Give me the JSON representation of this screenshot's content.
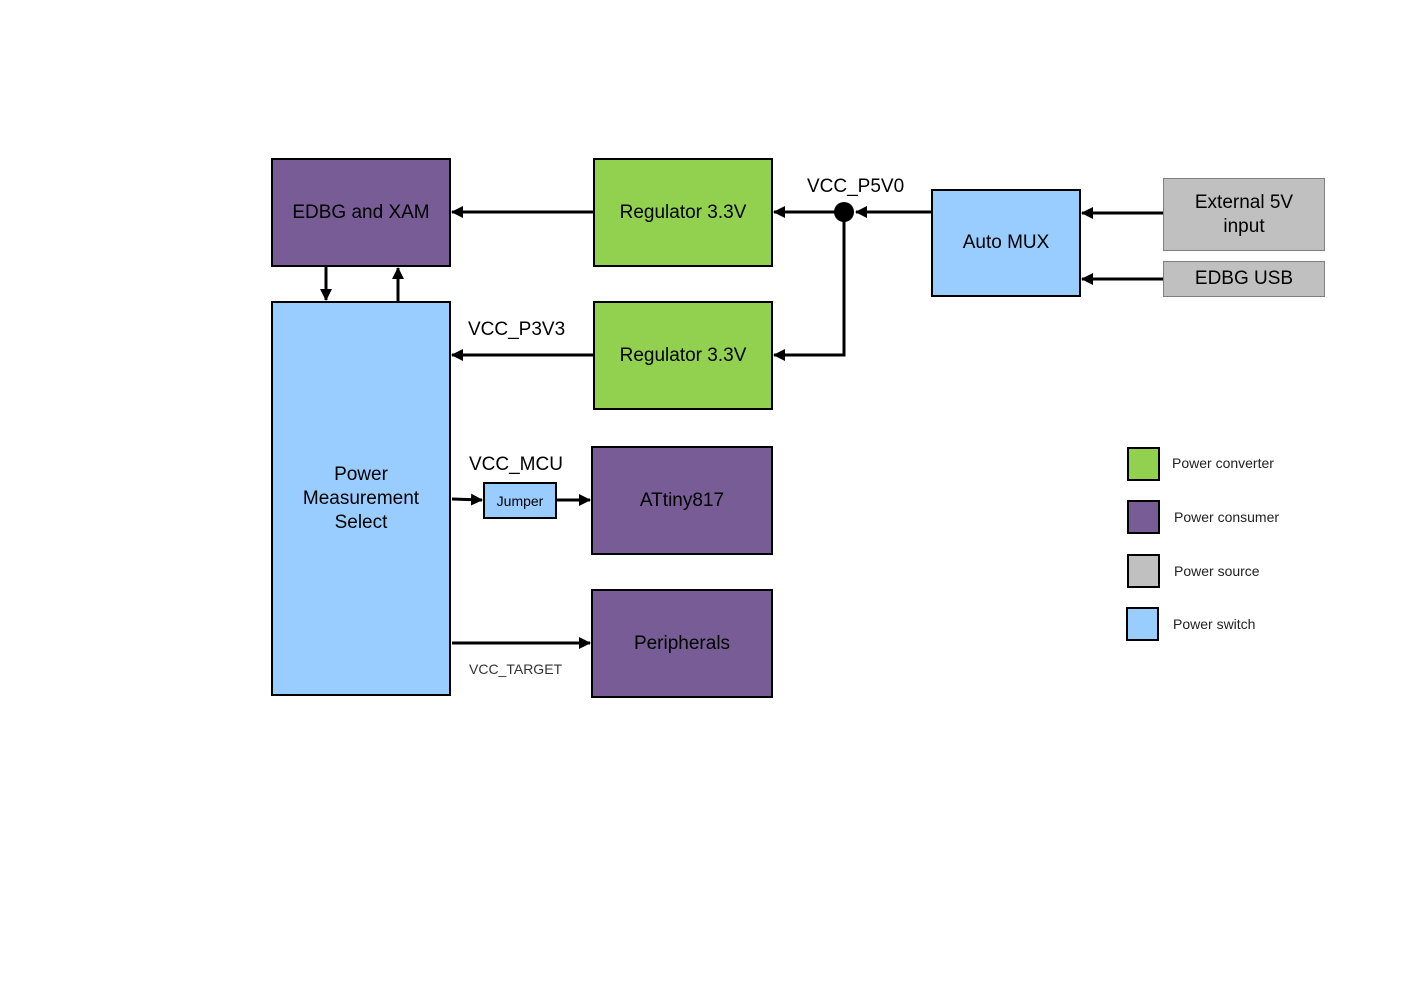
{
  "blocks": {
    "edbg_xam": "EDBG and XAM",
    "reg1": "Regulator 3.3V",
    "reg2": "Regulator 3.3V",
    "auto_mux": "Auto MUX",
    "ext5v": "External 5V input",
    "edbg_usb": "EDBG USB",
    "pms": "Power Measurement Select",
    "jumper": "Jumper",
    "attiny": "ATtiny817",
    "peripherals": "Peripherals"
  },
  "nets": {
    "p5v0": "VCC_P5V0",
    "p3v3": "VCC_P3V3",
    "mcu": "VCC_MCU",
    "target": "VCC_TARGET"
  },
  "legend": [
    {
      "label": "Power converter",
      "color": "#92d050"
    },
    {
      "label": "Power consumer",
      "color": "#775c96"
    },
    {
      "label": "Power source",
      "color": "#c0c0c0"
    },
    {
      "label": "Power switch",
      "color": "#99ccff"
    }
  ]
}
